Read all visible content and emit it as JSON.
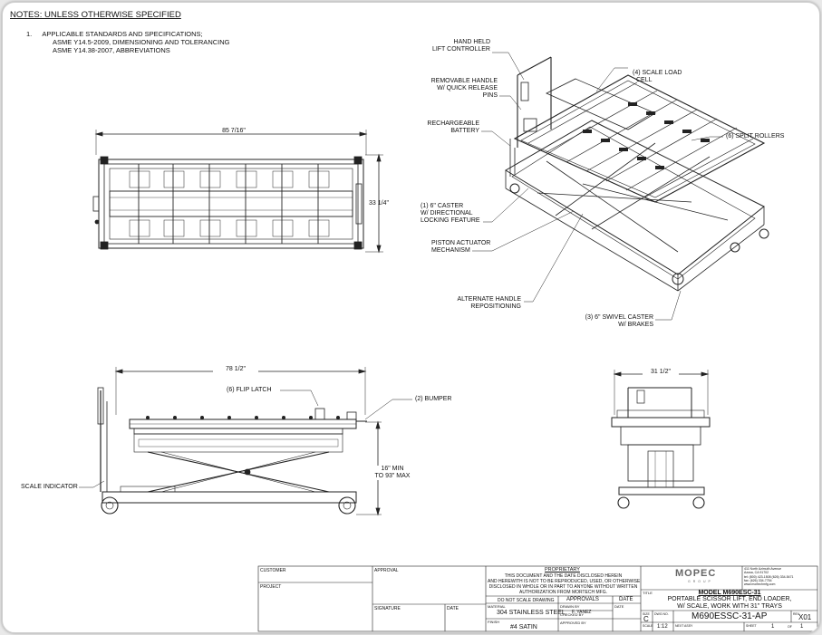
{
  "notes": {
    "header": "NOTES: UNLESS OTHERWISE SPECIFIED",
    "item_number": "1.",
    "item_text": "APPLICABLE STANDARDS AND SPECIFICATIONS;",
    "standards": [
      "ASME Y14.5-2009, DIMENSIONING AND TOLERANCING",
      "ASME Y14.38-2007, ABBREVIATIONS"
    ]
  },
  "dimensions": {
    "top_length": "85 7/16\"",
    "top_width": "33 1/4\"",
    "side_length": "78 1/2\"",
    "height_range": [
      "16\" MIN",
      "TO 93\" MAX"
    ],
    "end_width": "31 1/2\""
  },
  "callouts": {
    "hand_held": [
      "HAND HELD",
      "LIFT CONTROLLER"
    ],
    "removable_handle": [
      "REMOVABLE HANDLE",
      "W/ QUICK RELEASE",
      "PINS"
    ],
    "battery": [
      "RECHARGEABLE",
      "BATTERY"
    ],
    "caster": [
      "(1) 6\" CASTER",
      "W/ DIRECTIONAL",
      "LOCKING FEATURE"
    ],
    "piston": [
      "PISTON ACTUATOR",
      "MECHANISM"
    ],
    "alt_handle": [
      "ALTERNATE HANDLE",
      "REPOSITIONING"
    ],
    "scale_load_cell": [
      "(4) SCALE LOAD",
      "CELL"
    ],
    "split_rollers": "(6) SPLIT ROLLERS",
    "swivel_caster": [
      "(3) 6\" SWIVEL CASTER",
      "W/ BRAKES"
    ],
    "flip_latch": "(6) FLIP LATCH",
    "bumper": "(2) BUMPER",
    "scale_indicator": "SCALE INDICATOR"
  },
  "title_block": {
    "customer_label": "CUSTOMER",
    "approval_label": "APPROVAL",
    "project_label": "PROJECT",
    "signature_label": "SIGNATURE",
    "date_label": "DATE",
    "proprietary_title": "PROPRIETARY",
    "proprietary_text": [
      "THIS DOCUMENT AND THE DATE DISCLOSED HEREIN",
      "AND HEREWITH IS NOT TO BE REPRODUCED, USED, OR OTHERWISE",
      "DISCLOSED IN WHOLE OR IN PART TO ANYONE WITHOUT WRITTEN",
      "AUTHORIZATION FROM MORTECH MFG."
    ],
    "do_not_scale": "DO NOT SCALE DRAWING",
    "approvals": "APPROVALS",
    "date_col": "DATE",
    "material_label": "MATERIAL",
    "material": "304 STAINLESS STEEL",
    "finish_label": "FINISH",
    "finish": "#4 SATIN",
    "drawn_by_label": "DRAWN BY",
    "drawn_by": "F. YANEZ",
    "checked_by_label": "CHECKED BY",
    "approved_by_label": "APPROVED BY",
    "date_label2": "DATE",
    "company_logo": "MOPEC",
    "company_sub": "GROUP",
    "address": [
      "411 North Azimuth Avenue",
      "Azusa, CA 91702",
      "tel: (800) 423-1508 (626) 334-5471",
      "fax: (626) 334-7754",
      "www.mortechmfg.com"
    ],
    "title_label": "TITLE",
    "model": "MODEL M690ESC-31",
    "description": [
      "PORTABLE SCISSOR LIFT, END LOADER,",
      "W/ SCALE, WORK WITH 31\" TRAYS"
    ],
    "size_label": "SIZE",
    "size": "C",
    "dwg_no_label": "DWG NO.",
    "dwg_no": "M690ESSC-31-AP",
    "rev_label": "REV",
    "rev": "X01",
    "scale_label": "SCALE",
    "scale": "1:12",
    "next_assy_label": "NEXT ASSY",
    "sheet_label": "SHEET",
    "sheet_no": "1",
    "of_label": "OF",
    "sheet_total": "1"
  },
  "colors": {
    "line": "#222222",
    "paper": "#ffffff",
    "frame": "#cfcfcf"
  }
}
